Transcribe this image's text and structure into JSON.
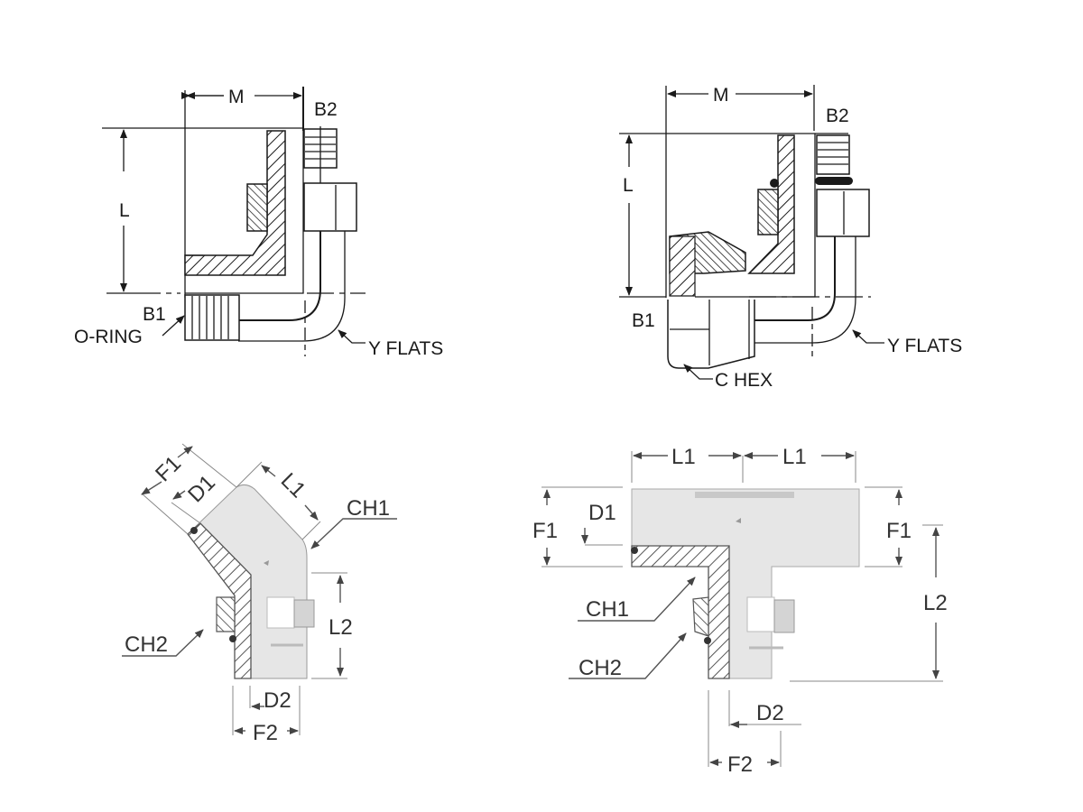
{
  "figures": [
    {
      "id": "elbow-90-oring",
      "labels": {
        "m": "M",
        "b2": "B2",
        "l": "L",
        "b1": "B1",
        "oring": "O-RING",
        "yflats": "Y FLATS"
      }
    },
    {
      "id": "elbow-90-chex",
      "labels": {
        "m": "M",
        "b2": "B2",
        "l": "L",
        "b1": "B1",
        "chex": "C HEX",
        "yflats": "Y FLATS"
      }
    },
    {
      "id": "elbow-45",
      "labels": {
        "f1": "F1",
        "d1": "D1",
        "l1": "L1",
        "ch1": "CH1",
        "ch2": "CH2",
        "l2": "L2",
        "d2": "D2",
        "f2": "F2"
      }
    },
    {
      "id": "tee",
      "labels": {
        "l1_left": "L1",
        "l1_right": "L1",
        "d1": "D1",
        "f1_left": "F1",
        "f1_right": "F1",
        "ch1": "CH1",
        "ch2": "CH2",
        "l2": "L2",
        "d2": "D2",
        "f2": "F2"
      }
    }
  ],
  "colors": {
    "line": "#1a1a1a",
    "body": "#e6e6e6",
    "hatch": "#333333",
    "dim_gray": "#555555"
  }
}
